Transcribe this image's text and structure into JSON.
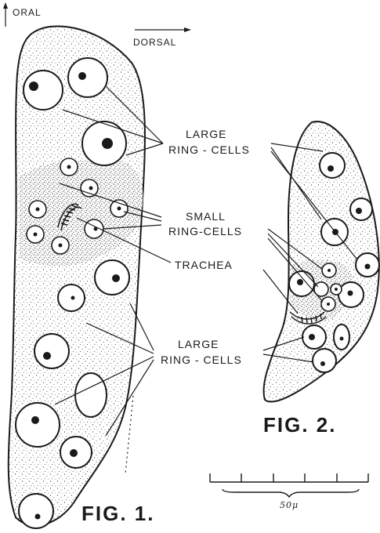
{
  "orientation": {
    "oral": "ORAL",
    "dorsal": "DORSAL"
  },
  "labels": {
    "large_ring_cells_top": [
      "LARGE",
      "RING - CELLS"
    ],
    "small_ring_cells": [
      "SMALL",
      "RING-CELLS"
    ],
    "trachea": "TRACHEA",
    "large_ring_cells_bottom": [
      "LARGE",
      "RING - CELLS"
    ]
  },
  "figures": {
    "fig1": "FIG. 1.",
    "fig2": "FIG. 2."
  },
  "scale_bar": {
    "label": "50μ"
  },
  "colors": {
    "ink": "#1a1a1a",
    "paper": "#ffffff",
    "stipple": "#3a3a3a"
  }
}
